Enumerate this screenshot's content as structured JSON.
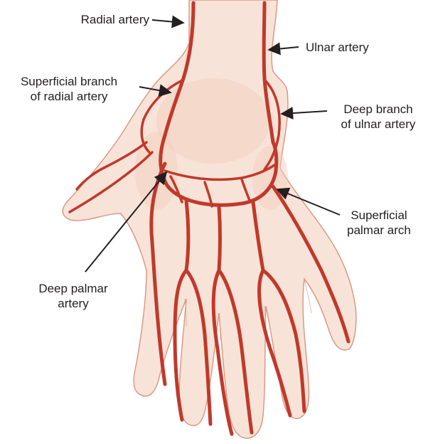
{
  "colors": {
    "skin_fill": "#f8e3d8",
    "skin_shade": "#f1cdbd",
    "skin_outline": "#d99a85",
    "artery": "#c0392b",
    "artery_dark": "#8e1f17",
    "artery_highlight": "#e8806f",
    "label_text": "#231f20",
    "pointer": "#231f20"
  },
  "labels": {
    "radial_artery": "Radial artery",
    "ulnar_artery": "Ulnar artery",
    "superficial_branch_line1": "Superficial branch",
    "superficial_branch_line2": "of radial artery",
    "deep_branch_line1": "Deep branch",
    "deep_branch_line2": "of ulnar artery",
    "superficial_arch_line1": "Superficial",
    "superficial_arch_line2": "palmar arch",
    "deep_palmar_line1": "Deep palmar",
    "deep_palmar_line2": "artery"
  }
}
